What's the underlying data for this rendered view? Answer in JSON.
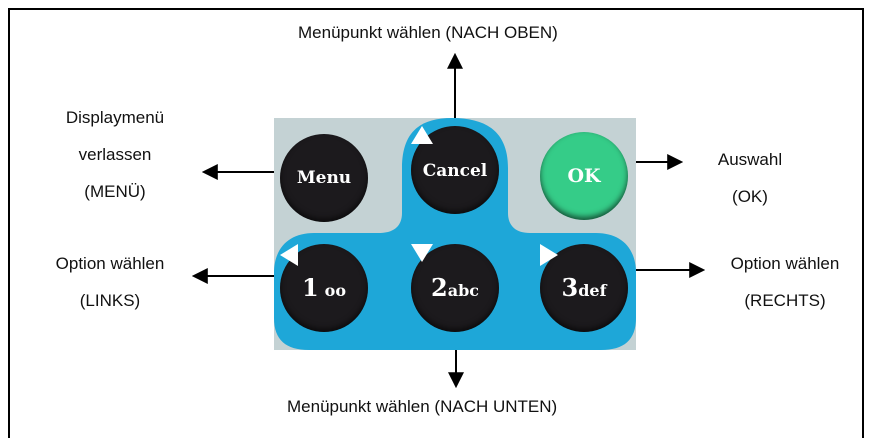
{
  "labels": {
    "up": "Menüpunkt wählen (NACH OBEN)",
    "down": "Menüpunkt wählen (NACH UNTEN)",
    "menu_exit": [
      "Displaymenü",
      "verlassen",
      "(MENÜ)"
    ],
    "ok_select": [
      "Auswahl",
      "(OK)"
    ],
    "left_option": [
      "Option wählen",
      "(LINKS)"
    ],
    "right_option": [
      "Option wählen",
      "(RECHTS)"
    ]
  },
  "keys": {
    "menu": "Menu",
    "cancel": "Cancel",
    "ok": "OK",
    "key1_digit": "1",
    "key1_letters": "oo",
    "key2_digit": "2",
    "key2_letters": "abc",
    "key3_digit": "3",
    "key3_letters": "def"
  },
  "colors": {
    "keypad_blue": "#1ea7d8",
    "key_dark": "#1c1a1d",
    "ok_green": "#35cc88",
    "keypad_bg": "#c4d2d4"
  }
}
